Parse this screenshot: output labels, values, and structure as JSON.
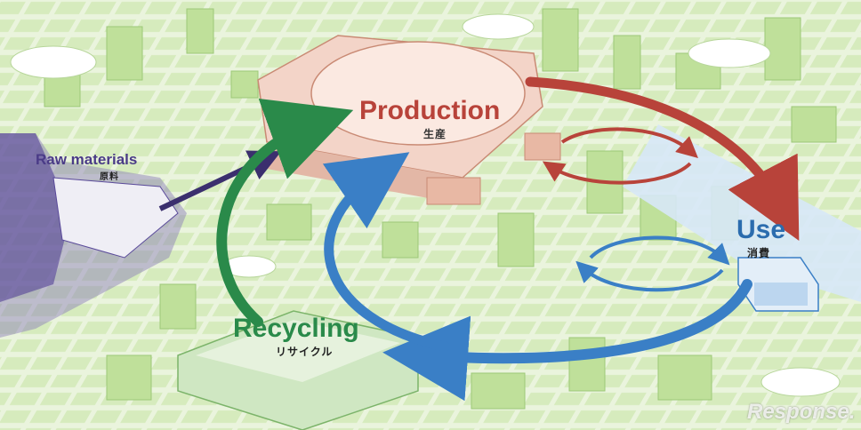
{
  "labels": {
    "raw_materials": {
      "en": "Raw materials",
      "ja": "原料"
    },
    "production": {
      "en": "Production",
      "ja": "生産"
    },
    "use": {
      "en": "Use",
      "ja": "消費"
    },
    "recycling": {
      "en": "Recycling",
      "ja": "リサイクル"
    }
  },
  "watermark": "Response.",
  "colors": {
    "background": "#f3f8ec",
    "city_green": "#c8e4a8",
    "raw_materials": "#5a4a9a",
    "production": "#b8433a",
    "use": "#3a7fc6",
    "recycling": "#2a8a4a"
  }
}
